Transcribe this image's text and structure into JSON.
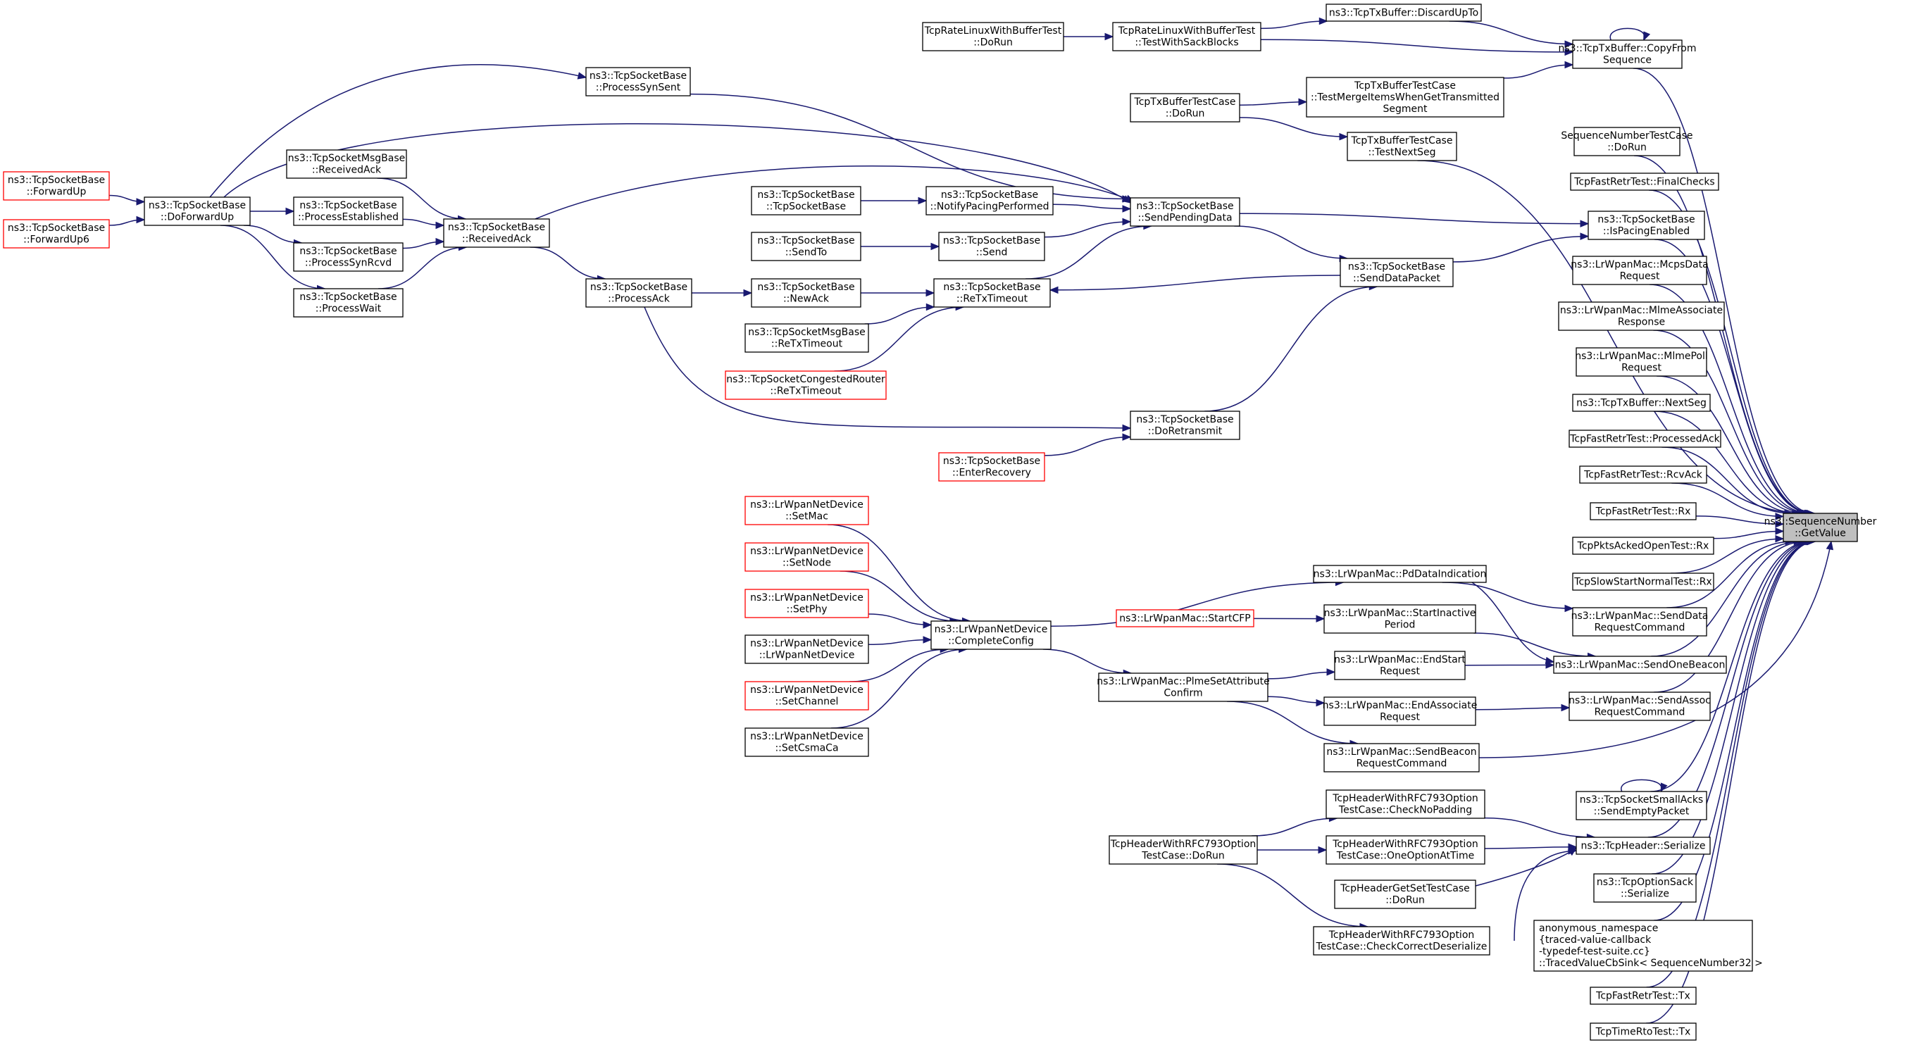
{
  "graph": {
    "colors": {
      "edge": "#191970",
      "node_border": "#000000",
      "truncated_border": "#ff0000",
      "focus_fill": "#bfbfbf",
      "background": "#ffffff"
    },
    "nodes": [
      {
        "id": "getvalue",
        "lines": [
          "ns3::SequenceNumber",
          "::GetValue"
        ],
        "style": "focus"
      },
      {
        "id": "copyfrom",
        "lines": [
          "ns3::TcpTxBuffer::CopyFrom",
          "Sequence"
        ]
      },
      {
        "id": "discardupto",
        "lines": [
          "ns3::TcpTxBuffer::DiscardUpTo"
        ]
      },
      {
        "id": "rl_testwithsack",
        "lines": [
          "TcpRateLinuxWithBufferTest",
          "::TestWithSackBlocks"
        ]
      },
      {
        "id": "rl_dorun",
        "lines": [
          "TcpRateLinuxWithBufferTest",
          "::DoRun"
        ]
      },
      {
        "id": "txb_testmerge",
        "lines": [
          "TcpTxBufferTestCase",
          "::TestMergeItemsWhenGetTransmitted",
          "Segment"
        ]
      },
      {
        "id": "txb_dorun",
        "lines": [
          "TcpTxBufferTestCase",
          "::DoRun"
        ]
      },
      {
        "id": "txb_testnextseg",
        "lines": [
          "TcpTxBufferTestCase",
          "::TestNextSeg"
        ]
      },
      {
        "id": "seqnum_dorun",
        "lines": [
          "SequenceNumberTestCase",
          "::DoRun"
        ]
      },
      {
        "id": "fastretr_final",
        "lines": [
          "TcpFastRetrTest::FinalChecks"
        ]
      },
      {
        "id": "ispacing",
        "lines": [
          "ns3::TcpSocketBase",
          "::IsPacingEnabled"
        ]
      },
      {
        "id": "mcpsdata",
        "lines": [
          "ns3::LrWpanMac::McpsData",
          "Request"
        ]
      },
      {
        "id": "mlmeassoc",
        "lines": [
          "ns3::LrWpanMac::MlmeAssociate",
          "Response"
        ]
      },
      {
        "id": "mlmepoll",
        "lines": [
          "ns3::LrWpanMac::MlmePoll",
          "Request"
        ]
      },
      {
        "id": "txb_nextseg",
        "lines": [
          "ns3::TcpTxBuffer::NextSeg"
        ]
      },
      {
        "id": "fastretr_processedack",
        "lines": [
          "TcpFastRetrTest::ProcessedAck"
        ]
      },
      {
        "id": "fastretr_rcvack",
        "lines": [
          "TcpFastRetrTest::RcvAck"
        ]
      },
      {
        "id": "fastretr_rx",
        "lines": [
          "TcpFastRetrTest::Rx"
        ]
      },
      {
        "id": "pktsacked_rx",
        "lines": [
          "TcpPktsAckedOpenTest::Rx"
        ]
      },
      {
        "id": "slowstart_rx",
        "lines": [
          "TcpSlowStartNormalTest::Rx"
        ]
      },
      {
        "id": "senddatareq",
        "lines": [
          "ns3::LrWpanMac::SendData",
          "RequestCommand"
        ]
      },
      {
        "id": "sendonebeacon",
        "lines": [
          "ns3::LrWpanMac::SendOneBeacon"
        ]
      },
      {
        "id": "sendassocreq",
        "lines": [
          "ns3::LrWpanMac::SendAssoc",
          "RequestCommand"
        ]
      },
      {
        "id": "sendemptypkt",
        "lines": [
          "ns3::TcpSocketSmallAcks",
          "::SendEmptyPacket"
        ]
      },
      {
        "id": "tcpheader_serialize",
        "lines": [
          "ns3::TcpHeader::Serialize"
        ]
      },
      {
        "id": "tcpoptsack_serialize",
        "lines": [
          "ns3::TcpOptionSack",
          "::Serialize"
        ]
      },
      {
        "id": "anon_tracedvalue",
        "lines": [
          "anonymous_namespace",
          "{traced-value-callback",
          "-typedef-test-suite.cc}",
          "::TracedValueCbSink< SequenceNumber32 >"
        ],
        "align": "left"
      },
      {
        "id": "fastretr_tx",
        "lines": [
          "TcpFastRetrTest::Tx"
        ]
      },
      {
        "id": "timerto_tx",
        "lines": [
          "TcpTimeRtoTest::Tx"
        ]
      },
      {
        "id": "processsynsent",
        "lines": [
          "ns3::TcpSocketBase",
          "::ProcessSynSent"
        ]
      },
      {
        "id": "sendpendingdata",
        "lines": [
          "ns3::TcpSocketBase",
          "::SendPendingData"
        ]
      },
      {
        "id": "senddatapacket",
        "lines": [
          "ns3::TcpSocketBase",
          "::SendDataPacket"
        ]
      },
      {
        "id": "notifypacing",
        "lines": [
          "ns3::TcpSocketBase",
          "::NotifyPacingPerformed"
        ]
      },
      {
        "id": "ctor",
        "lines": [
          "ns3::TcpSocketBase",
          "::TcpSocketBase"
        ]
      },
      {
        "id": "send",
        "lines": [
          "ns3::TcpSocketBase",
          "::Send"
        ]
      },
      {
        "id": "sendto",
        "lines": [
          "ns3::TcpSocketBase",
          "::SendTo"
        ]
      },
      {
        "id": "retxtimeout",
        "lines": [
          "ns3::TcpSocketBase",
          "::ReTxTimeout"
        ]
      },
      {
        "id": "newack",
        "lines": [
          "ns3::TcpSocketBase",
          "::NewAck"
        ]
      },
      {
        "id": "msgbase_retx",
        "lines": [
          "ns3::TcpSocketMsgBase",
          "::ReTxTimeout"
        ]
      },
      {
        "id": "congested_retx",
        "lines": [
          "ns3::TcpSocketCongestedRouter",
          "::ReTxTimeout"
        ],
        "style": "red"
      },
      {
        "id": "processack",
        "lines": [
          "ns3::TcpSocketBase",
          "::ProcessAck"
        ]
      },
      {
        "id": "receivedack",
        "lines": [
          "ns3::TcpSocketBase",
          "::ReceivedAck"
        ]
      },
      {
        "id": "msgbase_receivedack",
        "lines": [
          "ns3::TcpSocketMsgBase",
          "::ReceivedAck"
        ]
      },
      {
        "id": "processestablished",
        "lines": [
          "ns3::TcpSocketBase",
          "::ProcessEstablished"
        ]
      },
      {
        "id": "processsynrcvd",
        "lines": [
          "ns3::TcpSocketBase",
          "::ProcessSynRcvd"
        ]
      },
      {
        "id": "processwait",
        "lines": [
          "ns3::TcpSocketBase",
          "::ProcessWait"
        ]
      },
      {
        "id": "doforwardup",
        "lines": [
          "ns3::TcpSocketBase",
          "::DoForwardUp"
        ]
      },
      {
        "id": "forwardup",
        "lines": [
          "ns3::TcpSocketBase",
          "::ForwardUp"
        ],
        "style": "red"
      },
      {
        "id": "forwardup6",
        "lines": [
          "ns3::TcpSocketBase",
          "::ForwardUp6"
        ],
        "style": "red"
      },
      {
        "id": "doretransmit",
        "lines": [
          "ns3::TcpSocketBase",
          "::DoRetransmit"
        ]
      },
      {
        "id": "enterrecovery",
        "lines": [
          "ns3::TcpSocketBase",
          "::EnterRecovery"
        ],
        "style": "red"
      },
      {
        "id": "pddataind",
        "lines": [
          "ns3::LrWpanMac::PdDataIndication"
        ]
      },
      {
        "id": "startinactive",
        "lines": [
          "ns3::LrWpanMac::StartInactive",
          "Period"
        ]
      },
      {
        "id": "startcfp",
        "lines": [
          "ns3::LrWpanMac::StartCFP"
        ],
        "style": "red"
      },
      {
        "id": "endstart",
        "lines": [
          "ns3::LrWpanMac::EndStart",
          "Request"
        ]
      },
      {
        "id": "endassoc",
        "lines": [
          "ns3::LrWpanMac::EndAssociate",
          "Request"
        ]
      },
      {
        "id": "sendbeaconreq",
        "lines": [
          "ns3::LrWpanMac::SendBeacon",
          "RequestCommand"
        ]
      },
      {
        "id": "plmeset",
        "lines": [
          "ns3::LrWpanMac::PlmeSetAttribute",
          "Confirm"
        ]
      },
      {
        "id": "completeconfig",
        "lines": [
          "ns3::LrWpanNetDevice",
          "::CompleteConfig"
        ]
      },
      {
        "id": "setmac",
        "lines": [
          "ns3::LrWpanNetDevice",
          "::SetMac"
        ],
        "style": "red"
      },
      {
        "id": "setnode",
        "lines": [
          "ns3::LrWpanNetDevice",
          "::SetNode"
        ],
        "style": "red"
      },
      {
        "id": "setphy",
        "lines": [
          "ns3::LrWpanNetDevice",
          "::SetPhy"
        ],
        "style": "red"
      },
      {
        "id": "lrctor",
        "lines": [
          "ns3::LrWpanNetDevice",
          "::LrWpanNetDevice"
        ]
      },
      {
        "id": "setchannel",
        "lines": [
          "ns3::LrWpanNetDevice",
          "::SetChannel"
        ],
        "style": "red"
      },
      {
        "id": "setcsmaca",
        "lines": [
          "ns3::LrWpanNetDevice",
          "::SetCsmaCa"
        ]
      },
      {
        "id": "checknopadding",
        "lines": [
          "TcpHeaderWithRFC793Option",
          "TestCase::CheckNoPadding"
        ]
      },
      {
        "id": "oneoptionattime",
        "lines": [
          "TcpHeaderWithRFC793Option",
          "TestCase::OneOptionAtTime"
        ]
      },
      {
        "id": "headergetset_dorun",
        "lines": [
          "TcpHeaderGetSetTestCase",
          "::DoRun"
        ]
      },
      {
        "id": "checkcorrectdeser",
        "lines": [
          "TcpHeaderWithRFC793Option",
          "TestCase::CheckCorrectDeserialize"
        ]
      },
      {
        "id": "rfc793_dorun",
        "lines": [
          "TcpHeaderWithRFC793Option",
          "TestCase::DoRun"
        ]
      }
    ],
    "edges": [
      {
        "from": "copyfrom",
        "to": "getvalue"
      },
      {
        "from": "copyfrom",
        "to": "copyfrom"
      },
      {
        "from": "discardupto",
        "to": "copyfrom"
      },
      {
        "from": "rl_testwithsack",
        "to": "discardupto"
      },
      {
        "from": "rl_testwithsack",
        "to": "copyfrom"
      },
      {
        "from": "rl_dorun",
        "to": "rl_testwithsack"
      },
      {
        "from": "txb_testmerge",
        "to": "copyfrom"
      },
      {
        "from": "txb_dorun",
        "to": "txb_testmerge"
      },
      {
        "from": "txb_dorun",
        "to": "txb_testnextseg"
      },
      {
        "from": "txb_testnextseg",
        "to": "getvalue"
      },
      {
        "from": "seqnum_dorun",
        "to": "getvalue"
      },
      {
        "from": "fastretr_final",
        "to": "getvalue"
      },
      {
        "from": "ispacing",
        "to": "getvalue"
      },
      {
        "from": "mcpsdata",
        "to": "getvalue"
      },
      {
        "from": "mlmeassoc",
        "to": "getvalue"
      },
      {
        "from": "mlmepoll",
        "to": "getvalue"
      },
      {
        "from": "txb_nextseg",
        "to": "getvalue"
      },
      {
        "from": "fastretr_processedack",
        "to": "getvalue"
      },
      {
        "from": "fastretr_rcvack",
        "to": "getvalue"
      },
      {
        "from": "fastretr_rx",
        "to": "getvalue"
      },
      {
        "from": "pktsacked_rx",
        "to": "getvalue"
      },
      {
        "from": "slowstart_rx",
        "to": "getvalue"
      },
      {
        "from": "senddatareq",
        "to": "getvalue"
      },
      {
        "from": "sendonebeacon",
        "to": "getvalue"
      },
      {
        "from": "sendassocreq",
        "to": "getvalue"
      },
      {
        "from": "sendemptypkt",
        "to": "getvalue"
      },
      {
        "from": "sendemptypkt",
        "to": "sendemptypkt"
      },
      {
        "from": "tcpheader_serialize",
        "to": "getvalue"
      },
      {
        "from": "tcpoptsack_serialize",
        "to": "getvalue"
      },
      {
        "from": "anon_tracedvalue",
        "to": "getvalue"
      },
      {
        "from": "fastretr_tx",
        "to": "getvalue"
      },
      {
        "from": "timerto_tx",
        "to": "getvalue"
      },
      {
        "from": "sendpendingdata",
        "to": "ispacing"
      },
      {
        "from": "senddatapacket",
        "to": "ispacing"
      },
      {
        "from": "sendpendingdata",
        "to": "senddatapacket"
      },
      {
        "from": "senddatapacket",
        "to": "retxtimeout"
      },
      {
        "from": "processsynsent",
        "to": "sendpendingdata"
      },
      {
        "from": "doforwardup",
        "to": "processsynsent"
      },
      {
        "from": "doforwardup",
        "to": "sendpendingdata"
      },
      {
        "from": "receivedack",
        "to": "sendpendingdata"
      },
      {
        "from": "notifypacing",
        "to": "sendpendingdata"
      },
      {
        "from": "ctor",
        "to": "notifypacing"
      },
      {
        "from": "send",
        "to": "sendpendingdata"
      },
      {
        "from": "sendto",
        "to": "send"
      },
      {
        "from": "retxtimeout",
        "to": "sendpendingdata"
      },
      {
        "from": "newack",
        "to": "retxtimeout"
      },
      {
        "from": "msgbase_retx",
        "to": "retxtimeout"
      },
      {
        "from": "congested_retx",
        "to": "retxtimeout"
      },
      {
        "from": "processack",
        "to": "newack"
      },
      {
        "from": "processack",
        "to": "doretransmit"
      },
      {
        "from": "receivedack",
        "to": "processack"
      },
      {
        "from": "msgbase_receivedack",
        "to": "receivedack"
      },
      {
        "from": "processestablished",
        "to": "receivedack"
      },
      {
        "from": "processsynrcvd",
        "to": "receivedack"
      },
      {
        "from": "processwait",
        "to": "receivedack"
      },
      {
        "from": "doforwardup",
        "to": "processestablished"
      },
      {
        "from": "doforwardup",
        "to": "processsynrcvd"
      },
      {
        "from": "doforwardup",
        "to": "processwait"
      },
      {
        "from": "forwardup",
        "to": "doforwardup"
      },
      {
        "from": "forwardup6",
        "to": "doforwardup"
      },
      {
        "from": "doretransmit",
        "to": "senddatapacket"
      },
      {
        "from": "enterrecovery",
        "to": "doretransmit"
      },
      {
        "from": "pddataind",
        "to": "senddatareq"
      },
      {
        "from": "pddataind",
        "to": "sendonebeacon"
      },
      {
        "from": "startinactive",
        "to": "sendonebeacon"
      },
      {
        "from": "startcfp",
        "to": "startinactive"
      },
      {
        "from": "endstart",
        "to": "sendonebeacon"
      },
      {
        "from": "endassoc",
        "to": "sendassocreq"
      },
      {
        "from": "sendbeaconreq",
        "to": "getvalue"
      },
      {
        "from": "plmeset",
        "to": "endstart"
      },
      {
        "from": "plmeset",
        "to": "endassoc"
      },
      {
        "from": "plmeset",
        "to": "sendbeaconreq"
      },
      {
        "from": "completeconfig",
        "to": "pddataind"
      },
      {
        "from": "completeconfig",
        "to": "plmeset"
      },
      {
        "from": "setmac",
        "to": "completeconfig"
      },
      {
        "from": "setnode",
        "to": "completeconfig"
      },
      {
        "from": "setphy",
        "to": "completeconfig"
      },
      {
        "from": "lrctor",
        "to": "completeconfig"
      },
      {
        "from": "setchannel",
        "to": "completeconfig"
      },
      {
        "from": "setcsmaca",
        "to": "completeconfig"
      },
      {
        "from": "checknopadding",
        "to": "tcpheader_serialize"
      },
      {
        "from": "oneoptionattime",
        "to": "tcpheader_serialize"
      },
      {
        "from": "headergetset_dorun",
        "to": "tcpheader_serialize"
      },
      {
        "from": "checkcorrectdeser",
        "to": "tcpheader_serialize"
      },
      {
        "from": "rfc793_dorun",
        "to": "checknopadding"
      },
      {
        "from": "rfc793_dorun",
        "to": "oneoptionattime"
      },
      {
        "from": "rfc793_dorun",
        "to": "checkcorrectdeser"
      }
    ]
  }
}
